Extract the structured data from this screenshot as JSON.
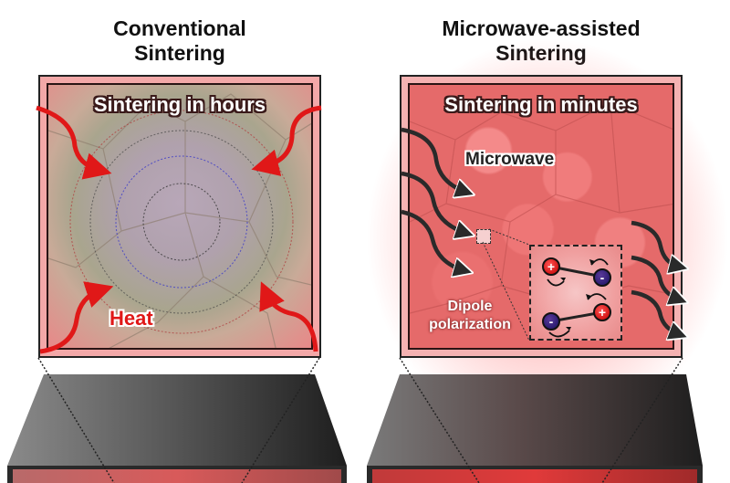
{
  "left": {
    "title_line1": "Conventional",
    "title_line2": "Sintering",
    "panel_label": "Sintering in hours",
    "heat_label": "Heat"
  },
  "right": {
    "title_line1": "Microwave-assisted",
    "title_line2": "Sintering",
    "panel_label": "Sintering in minutes",
    "microwave_label": "Microwave",
    "dipole_label_line1": "Dipole",
    "dipole_label_line2": "polarization",
    "charges": {
      "positive": "+",
      "negative": "-"
    }
  },
  "colors": {
    "heat_arrow": "#e01818",
    "microwave_arrow": "#2a2a2a",
    "furnace_body": "#3a3a3a",
    "furnace_glow": "#d84848"
  }
}
